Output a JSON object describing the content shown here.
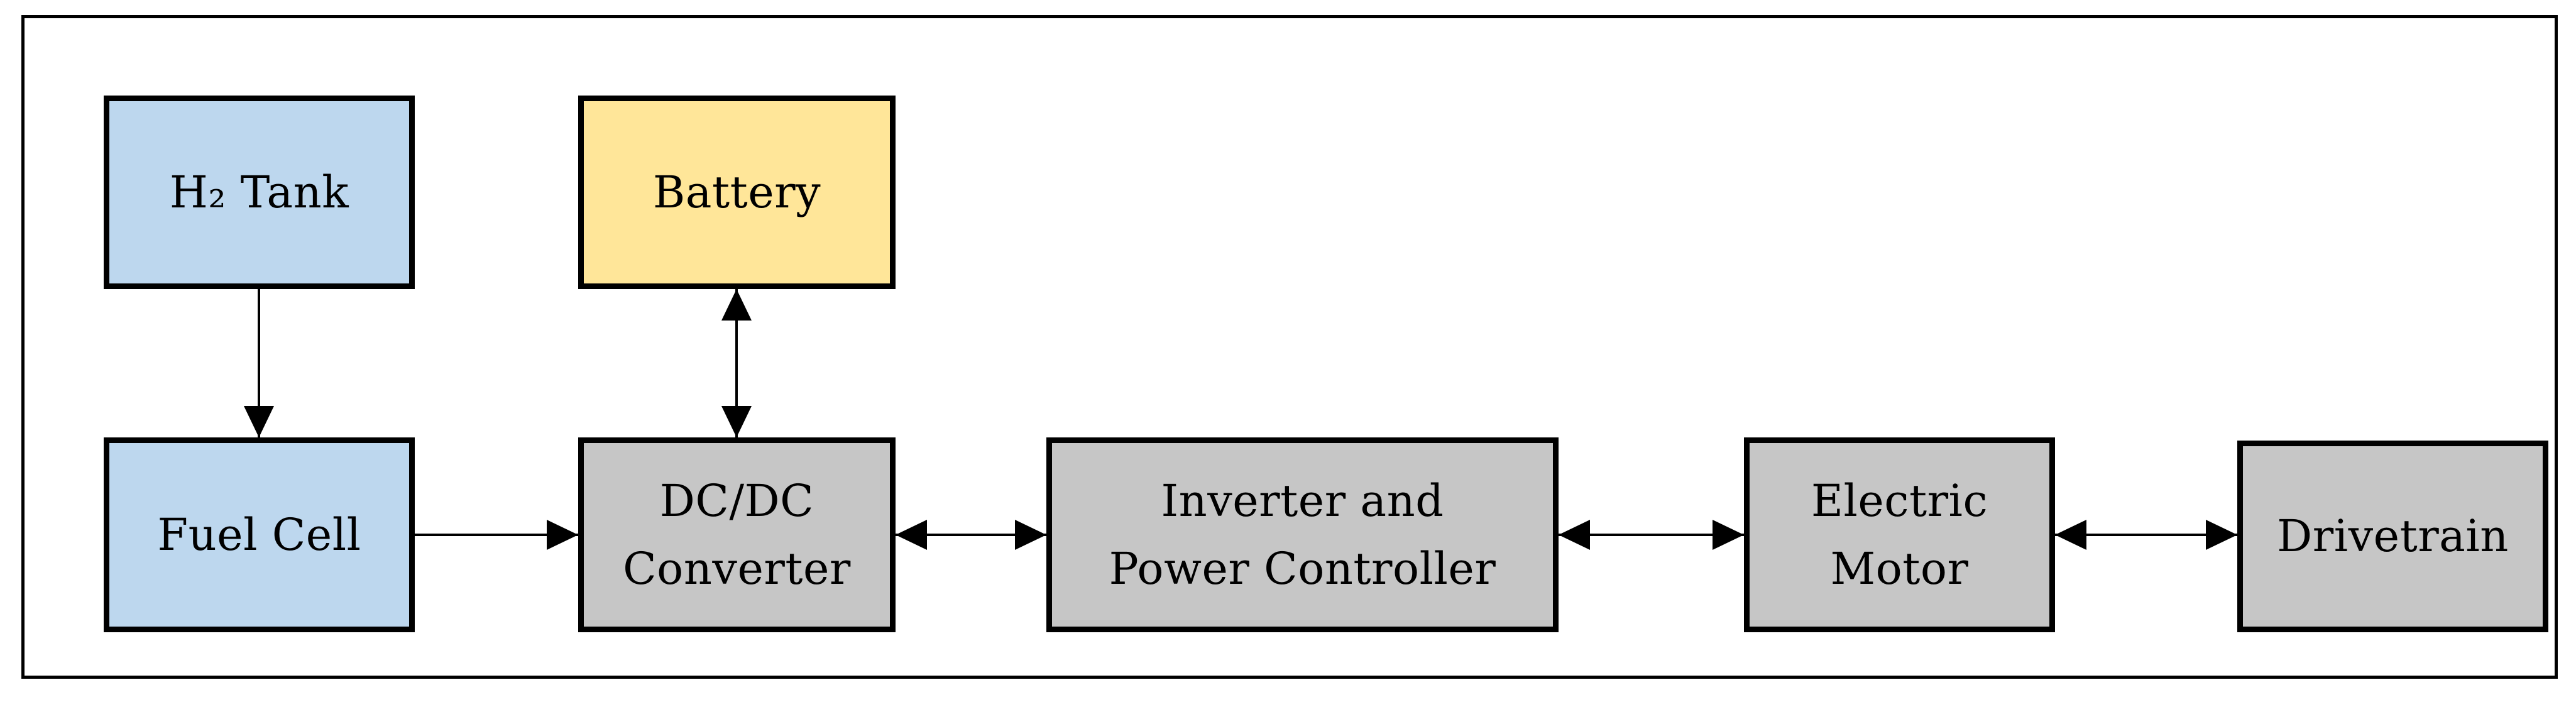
{
  "diagram": {
    "description": "Fuel cell electric vehicle powertrain block diagram",
    "blocks": [
      {
        "id": "h2-tank",
        "label": "H₂ Tank",
        "fill": "#BDD7EE"
      },
      {
        "id": "battery",
        "label": "Battery",
        "fill": "#FFE699"
      },
      {
        "id": "fuel-cell",
        "label": "Fuel Cell",
        "fill": "#BDD7EE"
      },
      {
        "id": "dcdc-converter",
        "label": "DC/DC\nConverter",
        "fill": "#C6C6C6"
      },
      {
        "id": "inverter-power-controller",
        "label": "Inverter and\nPower Controller",
        "fill": "#C6C6C6"
      },
      {
        "id": "electric-motor",
        "label": "Electric\nMotor",
        "fill": "#C6C6C6"
      },
      {
        "id": "drivetrain",
        "label": "Drivetrain",
        "fill": "#C6C6C6"
      }
    ],
    "connections": [
      {
        "from": "h2-tank",
        "to": "fuel-cell",
        "orientation": "vertical",
        "heads": "single-down"
      },
      {
        "from": "battery",
        "to": "dcdc-converter",
        "orientation": "vertical",
        "heads": "double"
      },
      {
        "from": "fuel-cell",
        "to": "dcdc-converter",
        "orientation": "horizontal",
        "heads": "single-right"
      },
      {
        "from": "dcdc-converter",
        "to": "inverter-power-controller",
        "orientation": "horizontal",
        "heads": "double"
      },
      {
        "from": "inverter-power-controller",
        "to": "electric-motor",
        "orientation": "horizontal",
        "heads": "double"
      },
      {
        "from": "electric-motor",
        "to": "drivetrain",
        "orientation": "horizontal",
        "heads": "double"
      }
    ],
    "colors": {
      "block_blue": "#BDD7EE",
      "block_yellow": "#FFE699",
      "block_gray": "#C6C6C6",
      "line": "#000000",
      "frame_border": "#000000",
      "background": "#FFFFFF"
    }
  }
}
